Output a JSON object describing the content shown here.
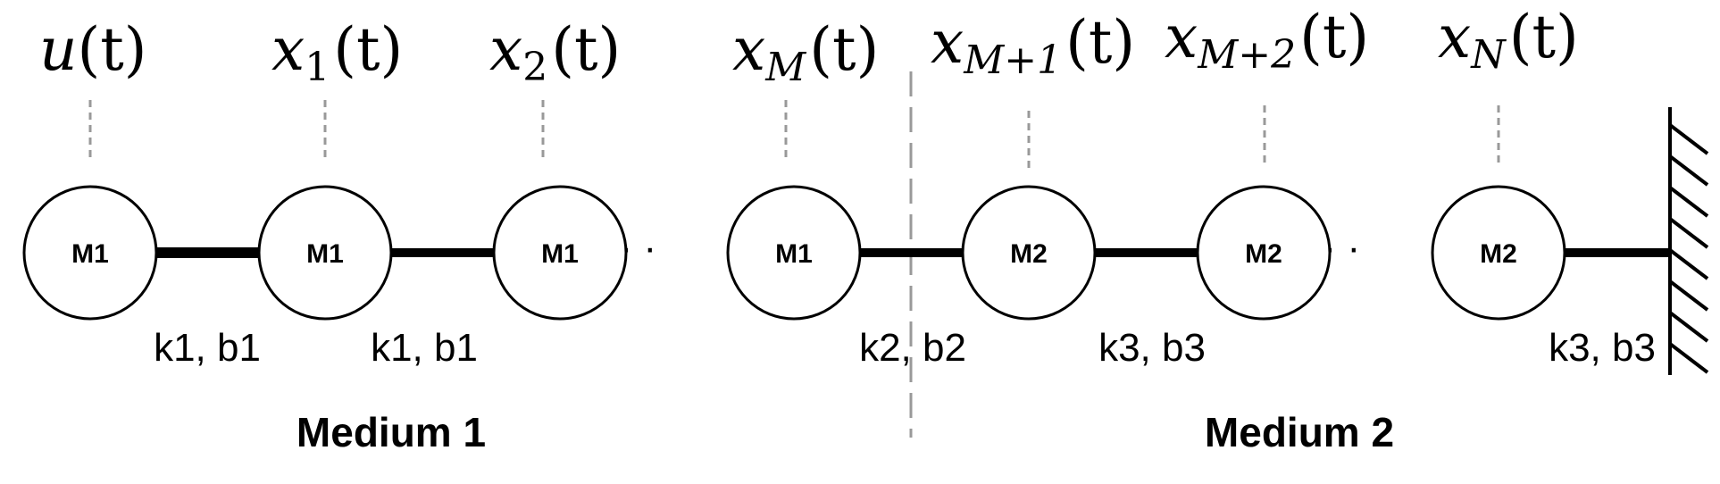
{
  "variables": [
    {
      "base": "u",
      "sub": "",
      "arg": "(t)"
    },
    {
      "base": "x",
      "sub": "1",
      "arg": "(t)"
    },
    {
      "base": "x",
      "sub": "2",
      "arg": "(t)"
    },
    {
      "base": "x",
      "sub": "M",
      "arg": "(t)"
    },
    {
      "base": "x",
      "sub": "M+1",
      "arg": "(t)"
    },
    {
      "base": "x",
      "sub": "M+2",
      "arg": "(t)"
    },
    {
      "base": "x",
      "sub": "N",
      "arg": "(t)"
    }
  ],
  "masses": [
    "M1",
    "M1",
    "M1",
    "M1",
    "M2",
    "M2",
    "M2"
  ],
  "springs": [
    "k1, b1",
    "k1, b1",
    "k2, b2",
    "k3, b3",
    "k3, b3"
  ],
  "mediums": [
    "Medium 1",
    "Medium 2"
  ],
  "ellipsis": "· · ·",
  "colors": {
    "line": "#000000",
    "guide": "#999999",
    "boundary": "#999999"
  }
}
